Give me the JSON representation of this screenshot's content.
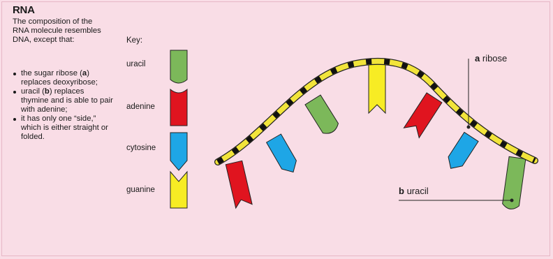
{
  "title": "RNA",
  "intro": "The composition of the RNA molecule resembles DNA, except that:",
  "bullets": [
    {
      "prefix": "the sugar ribose ",
      "letter": "a",
      "open": "(",
      "close": ")",
      "suffix": " replaces deoxyribose;"
    },
    {
      "prefix": "uracil ",
      "letter": "b",
      "open": "(",
      "close": ")",
      "suffix": " replaces thymine and is able to pair with adenine;"
    },
    {
      "prefix": "it has only one “side,” which is either straight or folded.",
      "letter": "",
      "open": "",
      "close": "",
      "suffix": ""
    }
  ],
  "key": {
    "title": "Key:",
    "items": [
      {
        "label": "uracil",
        "color": "#7cb85a"
      },
      {
        "label": "adenine",
        "color": "#e0141f"
      },
      {
        "label": "cytosine",
        "color": "#1ea6e6"
      },
      {
        "label": "guanine",
        "color": "#f7ec24"
      }
    ]
  },
  "annotations": {
    "ribose": {
      "letter": "a",
      "text": "ribose"
    },
    "uracil": {
      "letter": "b",
      "text": "uracil"
    }
  },
  "colors": {
    "background": "#f9dde6",
    "backbone_yellow": "#f2e43a",
    "backbone_black": "#111111",
    "uracil": "#7cb85a",
    "adenine": "#e0141f",
    "cytosine": "#1ea6e6",
    "guanine": "#f7ec24"
  }
}
